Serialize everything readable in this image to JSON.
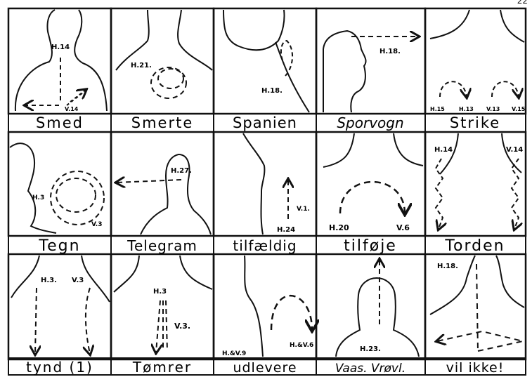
{
  "page_number": "22",
  "panels": [
    {
      "caption": "Smed",
      "labels": [
        "H.14",
        "V.14"
      ]
    },
    {
      "caption": "Smerte",
      "labels": [
        "H.21."
      ]
    },
    {
      "caption": "Spanien",
      "labels": [
        "H.18."
      ]
    },
    {
      "caption": "Sporvogn",
      "labels": [
        "H.18."
      ]
    },
    {
      "caption": "Strike",
      "labels": [
        "H.15",
        "H.13",
        "V.13",
        "V.15"
      ]
    },
    {
      "caption": "Tegn",
      "labels": [
        "H.3",
        "V.3"
      ]
    },
    {
      "caption": "Telegram",
      "labels": [
        "H.27."
      ]
    },
    {
      "caption": "tilfældig",
      "labels": [
        "V.1.",
        "H.24"
      ]
    },
    {
      "caption": "tilføje",
      "labels": [
        "H.20",
        "V.6"
      ]
    },
    {
      "caption": "Torden",
      "labels": [
        "H.14",
        "V.14"
      ]
    },
    {
      "caption": "tynd (1)",
      "labels": [
        "H.3.",
        "V.3"
      ]
    },
    {
      "caption": "Tømrer",
      "labels": [
        "H.3",
        "V.3."
      ]
    },
    {
      "caption": "udlevere",
      "labels": [
        "H.&V.9",
        "H.&V.6"
      ]
    },
    {
      "caption": "Vaas. Vrøvl.",
      "labels": [
        "H.23."
      ]
    },
    {
      "caption": "vil ikke!",
      "labels": [
        "H.18."
      ]
    }
  ]
}
